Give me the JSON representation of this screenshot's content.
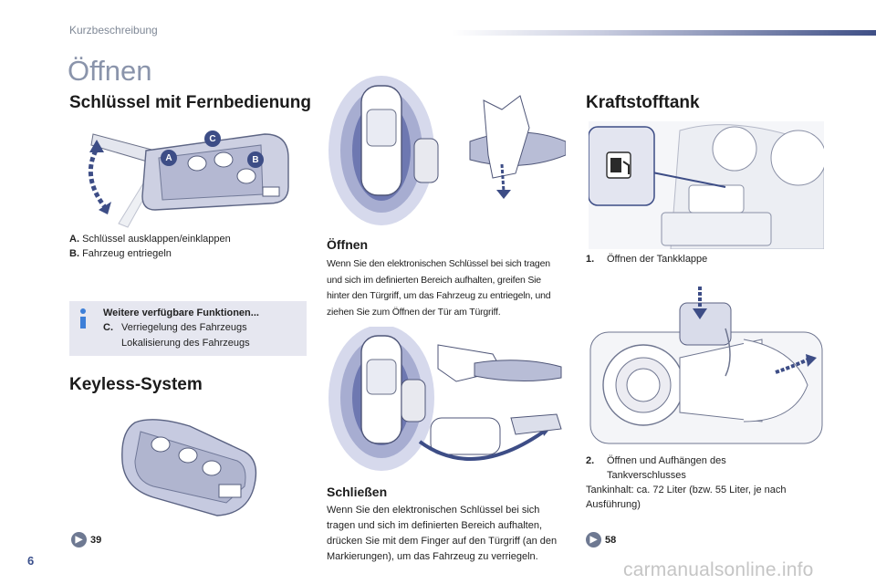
{
  "header": {
    "section": "Kurzbeschreibung",
    "page_title": "Öffnen"
  },
  "left": {
    "heading": "Schlüssel mit Fernbedienung",
    "key_callouts": [
      "A",
      "B",
      "C"
    ],
    "legend": [
      {
        "letter": "A.",
        "text": "Schlüssel ausklappen/einklappen"
      },
      {
        "letter": "B.",
        "text": "Fahrzeug entriegeln"
      }
    ],
    "info": {
      "title": "Weitere verfügbare Funktionen...",
      "letter": "C.",
      "line1": "Verriegelung des Fahrzeugs",
      "line2": "Lokalisierung des Fahrzeugs"
    },
    "keyless_heading": "Keyless-System",
    "ref": "39"
  },
  "middle": {
    "open_heading": "Öffnen",
    "open_lines": [
      "Wenn Sie den elektronischen Schlüssel bei sich tragen",
      "und sich im definierten Bereich aufhalten, greifen Sie",
      "hinter den Türgriff, um das Fahrzeug zu entriegeln, und",
      "ziehen Sie zum Öffnen der Tür am Türgriff."
    ],
    "close_heading": "Schließen",
    "close_lines": [
      "Wenn Sie den elektronischen Schlüssel bei sich",
      "tragen und sich im definierten Bereich aufhalten,",
      "drücken Sie mit dem Finger auf den Türgriff (an den",
      "Markierungen), um das Fahrzeug zu verriegeln."
    ]
  },
  "right": {
    "heading": "Kraftstofftank",
    "step1_num": "1.",
    "step1_text": "Öffnen der Tankklappe",
    "step2_num": "2.",
    "step2_line1": "Öffnen und Aufhängen des",
    "step2_line2": "Tankverschlusses",
    "capacity_line1": "Tankinhalt: ca. 72 Liter (bzw. 55 Liter, je nach",
    "capacity_line2": "Ausführung)",
    "ref": "58"
  },
  "footer": {
    "page_number": "6",
    "watermark": "carmanualsonline.info"
  }
}
